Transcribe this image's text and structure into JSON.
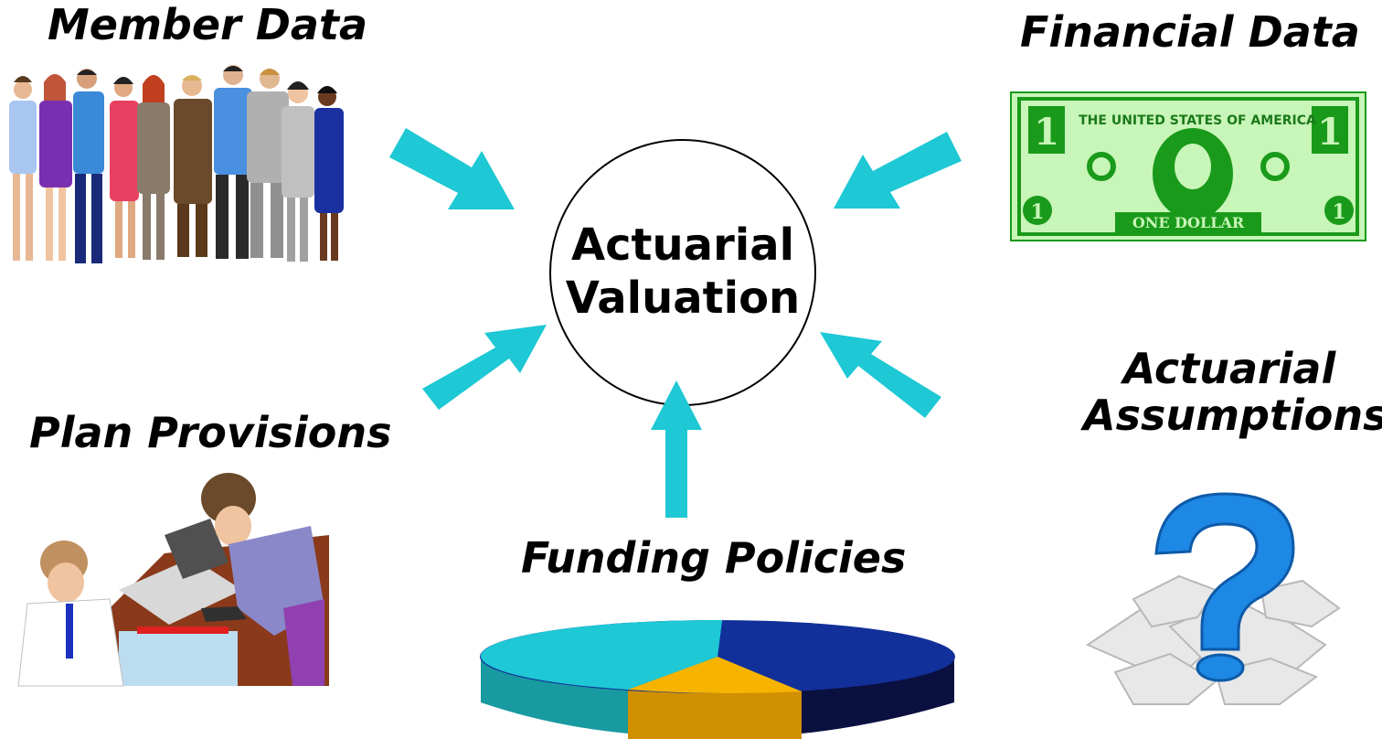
{
  "center": {
    "line1": "Actuarial",
    "line2": "Valuation"
  },
  "labels": {
    "member_data": "Member Data",
    "financial_data": "Financial Data",
    "plan_provisions": "Plan Provisions",
    "actuarial_assumptions_line1": "Actuarial",
    "actuarial_assumptions_line2": "Assumptions",
    "funding_policies": "Funding Policies"
  },
  "dollar_bill": {
    "header": "THE UNITED STATES OF AMERICA",
    "footer": "ONE DOLLAR",
    "denomination": "1"
  },
  "colors": {
    "arrow": "#1ec8d4",
    "bill_green": "#1a9a1a",
    "bill_light": "#c8f5b8",
    "pie_teal": "#1ec8d4",
    "pie_navy": "#12309a",
    "pie_gold": "#f6b400",
    "question_blue": "#1e88e5"
  },
  "icons": [
    "people-group-icon",
    "dollar-bill-icon",
    "office-workers-icon",
    "pie-chart-icon",
    "question-puzzle-icon"
  ]
}
